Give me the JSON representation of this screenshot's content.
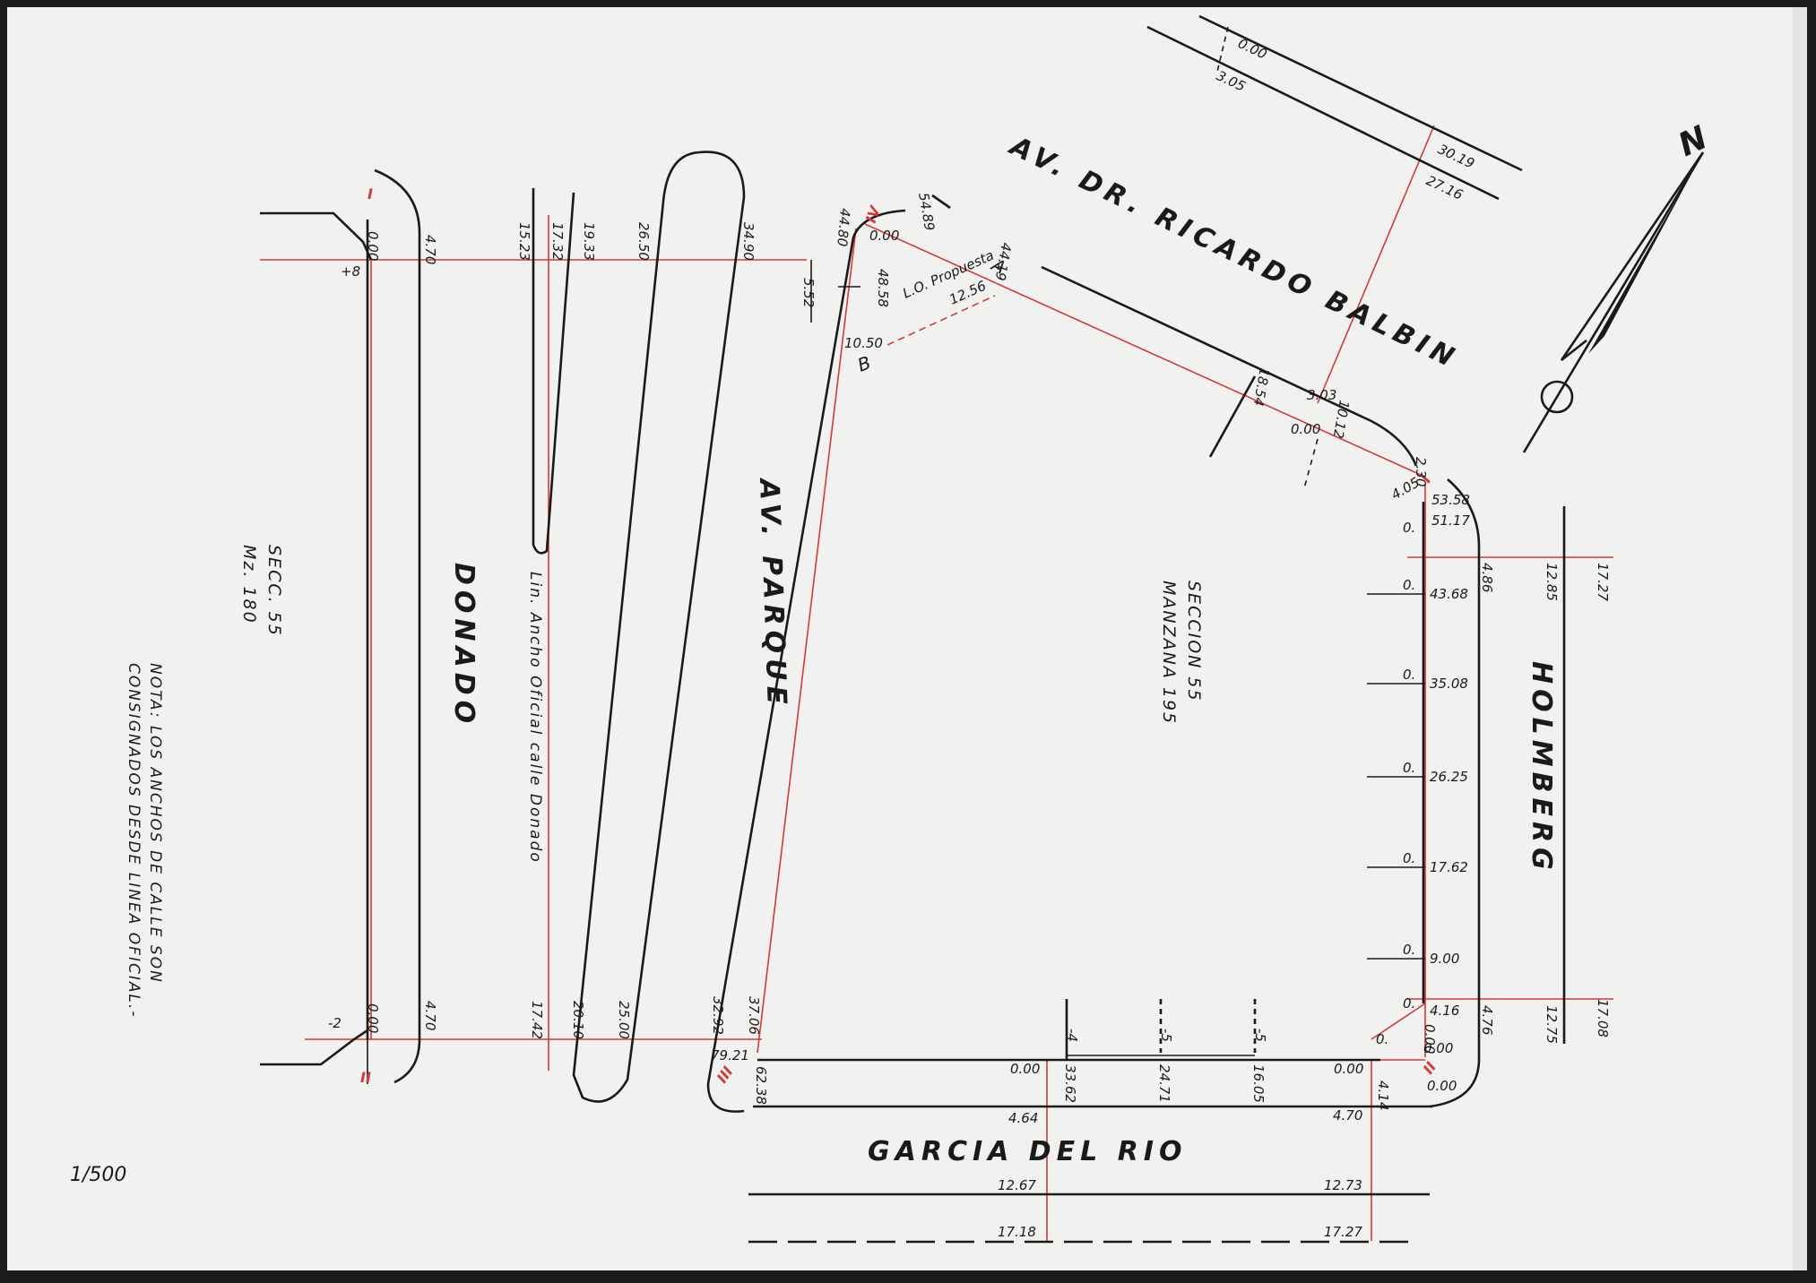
{
  "streets": {
    "balbin": "AV. DR. RICARDO BALBIN",
    "donado": "DONADO",
    "parque": "AV. PARQUE",
    "holmberg": "HOLMBERG",
    "garcia": "GARCIA DEL RIO"
  },
  "labels": {
    "donado_official": "Lin. Ancho Oficial calle Donado",
    "lo_propuesta": "L.O. Propuesta",
    "seccion_left_1": "SECC. 55",
    "seccion_left_2": "Mz. 180",
    "seccion_mid_1": "SECCION 55",
    "seccion_mid_2": "MANZANA 195",
    "nota_1": "NOTA: LOS ANCHOS DE CALLE SON",
    "nota_2": "CONSIGNADOS DESDE LINEA OFICIAL.-",
    "scale": "1/500",
    "north": "N",
    "point_a": "A",
    "point_b": "B"
  },
  "markers": {
    "I_left": "I",
    "II_left": "II",
    "III": "III",
    "IV": "IV",
    "I_right": "I",
    "II_right": "II"
  },
  "dims": {
    "balbin_top_a": "0.00",
    "balbin_top_b": "3.05",
    "balbin_r1": "30.19",
    "balbin_r2": "27.16",
    "donado_0": "0.00",
    "donado_p8": "+8",
    "donado_470t": "4.70",
    "donado_1523": "15.23",
    "donado_1732": "17.32",
    "donado_1933": "19.33",
    "parque_2650": "26.50",
    "parque_3490": "34.90",
    "parque_4480": "44.80",
    "corner_000": "0.00",
    "corner_5489": "54.89",
    "dim_552": "5.52",
    "dim_4858": "48.58",
    "dim_1050": "10.50",
    "dim_1256": "12.56",
    "dim_4419": "44.19",
    "balbin_1854": "18.54",
    "balbin_303": "3.03",
    "balbin_000": "0.00",
    "balbin_1012": "10.12",
    "h_5358": "53.58",
    "h_5117": "51.17",
    "h_2930": "2.30",
    "h_405": "4.05",
    "h_0a": "0.",
    "h_486": "4.86",
    "h_1285": "12.85",
    "h_1727": "17.27",
    "h_4368": "43.68",
    "h_3508": "35.08",
    "h_2625": "26.25",
    "h_1762": "17.62",
    "h_900": "9.00",
    "h_416": "4.16",
    "h_476": "4.76",
    "h_1275": "12.75",
    "h_1708": "17.08",
    "h_0b": "0.",
    "h_0c": "0.",
    "h_0d": "0.",
    "h_0e": "0.",
    "h_0f": "0.",
    "h_0g": "0.",
    "h_0h": "0.",
    "g_000r": "0.00",
    "g_000c": "0.00",
    "g_414": "4.14",
    "g_000x": "0.00",
    "g_000l": "0.00",
    "g_3362": "33.62",
    "g_2471": "24.71",
    "g_1605": "16.05",
    "g_m4": "-4",
    "g_m5a": "-5",
    "g_m5b": "-5",
    "g_464": "4.64",
    "g_470": "4.70",
    "g_1267": "12.67",
    "g_1273": "12.73",
    "g_1718": "17.18",
    "g_1727": "17.27",
    "g_7921": "79.21",
    "g_6238": "62.38",
    "g_3706": "37.06",
    "g_3292": "32.92",
    "g_2500": "25.00",
    "g_2010": "20.10",
    "g_1742": "17.42",
    "g_470b": "4.70",
    "g_000b": "0.00",
    "g_m2": "-2"
  },
  "colors": {
    "paper": "#f1f1ef",
    "ink": "#1a1a1a",
    "red_line": "#d23a3a",
    "border": "#1b1b1b"
  }
}
